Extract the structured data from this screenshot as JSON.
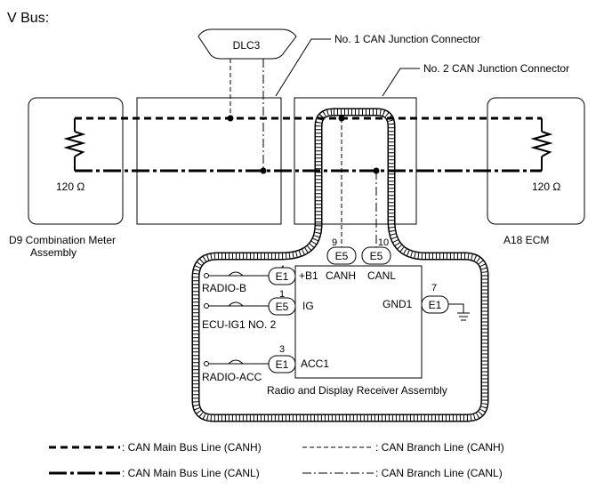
{
  "title": "V Bus:",
  "dlc3": "DLC3",
  "callouts": {
    "no1_junction": "No. 1 CAN Junction Connector",
    "no2_junction": "No. 2 CAN Junction Connector"
  },
  "left_device": {
    "resistor": "120 Ω",
    "label_line1": "D9 Combination Meter",
    "label_line2": "Assembly"
  },
  "right_device": {
    "resistor": "120 Ω",
    "label": "A18 ECM"
  },
  "receiver": {
    "name": "Radio and Display Receiver Assembly",
    "canh_connector": "E5",
    "canh_pin": "9",
    "canh_label": "CANH",
    "canl_connector": "E5",
    "canl_pin": "10",
    "canl_label": "CANL",
    "b1_connector": "E1",
    "b1_pin": "4",
    "b1_label": "+B1",
    "b1_fuse": "RADIO-B",
    "ig_connector": "E5",
    "ig_pin": "1",
    "ig_label": "IG",
    "ig_fuse": "ECU-IG1 NO. 2",
    "acc_connector": "E1",
    "acc_pin": "3",
    "acc_label": "ACC1",
    "acc_fuse": "RADIO-ACC",
    "gnd_connector": "E1",
    "gnd_pin": "7",
    "gnd_label": "GND1"
  },
  "legend": {
    "main_canh": ": CAN Main Bus Line (CANH)",
    "branch_canh": ": CAN Branch Line (CANH)",
    "main_canl": ": CAN Main Bus Line (CANL)",
    "branch_canl": ": CAN Branch Line (CANL)"
  }
}
